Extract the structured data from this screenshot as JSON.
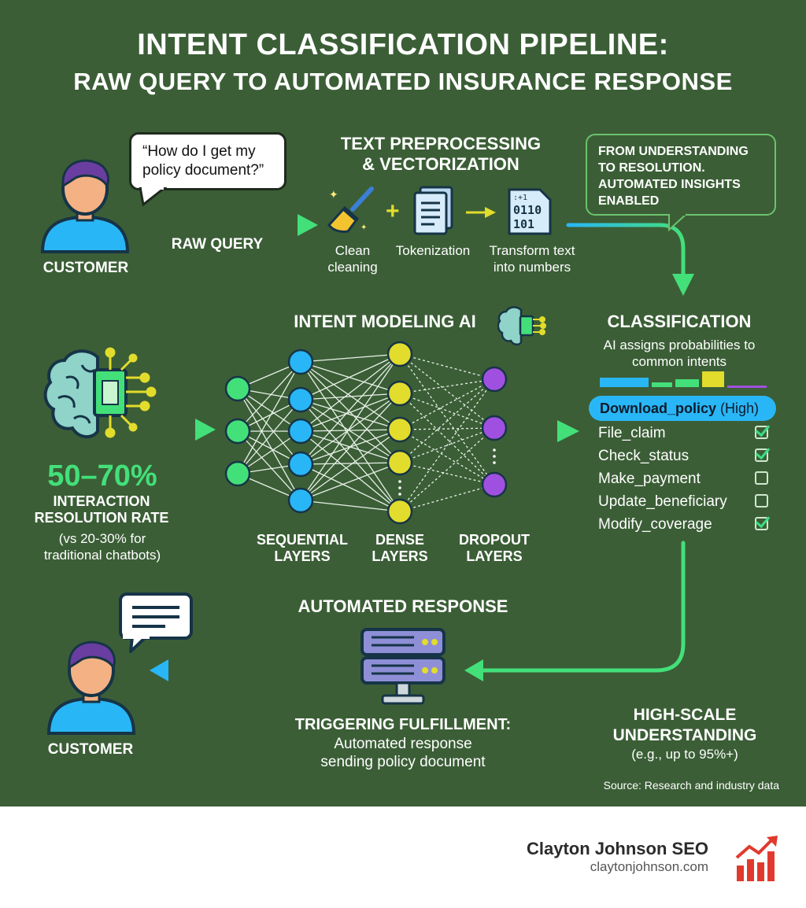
{
  "title": {
    "line1": "INTENT CLASSIFICATION PIPELINE:",
    "line2": "RAW QUERY TO AUTOMATED INSURANCE RESPONSE"
  },
  "customer_top": {
    "label": "CUSTOMER",
    "quote": "“How do I get my policy document?”"
  },
  "raw_query_label": "RAW QUERY",
  "preprocessing": {
    "heading_line1": "TEXT PREPROCESSING",
    "heading_line2": "& VECTORIZATION",
    "steps": [
      {
        "label_line1": "Clean",
        "label_line2": "cleaning",
        "icon": "broom-icon"
      },
      {
        "label_line1": "Tokenization",
        "label_line2": "",
        "icon": "document-icon"
      },
      {
        "label_line1": "Transform text",
        "label_line2": "into numbers",
        "icon": "binary-document-icon"
      }
    ],
    "plus": "+"
  },
  "info_box": {
    "line1": "FROM UNDERSTANDING",
    "line2": "TO RESOLUTION.",
    "line3": "AUTOMATED INSIGHTS",
    "line4": "ENABLED"
  },
  "stat": {
    "value": "50–70%",
    "label_line1": "INTERACTION",
    "label_line2": "RESOLUTION RATE",
    "note_line1": "(vs 20-30% for",
    "note_line2": "traditional chatbots)"
  },
  "modeling": {
    "heading": "INTENT MODELING AI",
    "layers": [
      {
        "line1": "SEQUENTIAL",
        "line2": "LAYERS"
      },
      {
        "line1": "DENSE",
        "line2": "LAYERS"
      },
      {
        "line1": "DROPOUT",
        "line2": "LAYERS"
      }
    ]
  },
  "classification": {
    "heading": "CLASSIFICATION",
    "desc_line1": "AI assigns probabilities to",
    "desc_line2": "common intents",
    "top_intent": "Download_policy",
    "top_intent_level": "(High)",
    "intents": [
      {
        "name": "File_claim",
        "checked": true
      },
      {
        "name": "Check_status",
        "checked": true
      },
      {
        "name": "Make_payment",
        "checked": false
      },
      {
        "name": "Update_beneficiary",
        "checked": false
      },
      {
        "name": "Modify_coverage",
        "checked": true
      }
    ]
  },
  "response": {
    "heading": "AUTOMATED RESPONSE",
    "fulfill_title": "TRIGGERING FULFILLMENT:",
    "fulfill_line1": "Automated response",
    "fulfill_line2": "sending policy document"
  },
  "customer_bottom": {
    "label": "CUSTOMER"
  },
  "high_scale": {
    "line1": "HIGH-SCALE",
    "line2": "UNDERSTANDING",
    "note": "(e.g., up to 95%+)"
  },
  "source": "Source: Research and industry data",
  "footer": {
    "name": "Clayton Johnson SEO",
    "url": "claytonjohnson.com"
  },
  "colors": {
    "background": "#3b5e36",
    "accent_green": "#43e07a",
    "accent_blue": "#29b6f6",
    "node_yellow": "#e2dc2c",
    "node_purple": "#a050e0"
  }
}
